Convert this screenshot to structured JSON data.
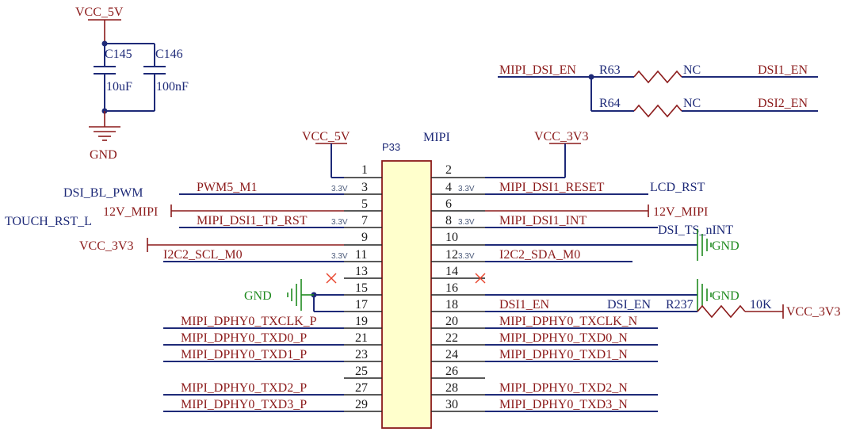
{
  "power": {
    "vcc5v": "VCC_5V",
    "vcc3v3": "VCC_3V3",
    "gnd": "GND",
    "v12mipi": "12V_MIPI"
  },
  "caps": {
    "c145": "C145",
    "c146": "C146",
    "c145_val": "10uF",
    "c146_val": "100nF"
  },
  "connector": {
    "refdes": "P33",
    "name": "MIPI"
  },
  "pins_left": [
    "1",
    "3",
    "5",
    "7",
    "9",
    "11",
    "13",
    "15",
    "17",
    "19",
    "21",
    "23",
    "25",
    "27",
    "29"
  ],
  "pins_right": [
    "2",
    "4",
    "6",
    "8",
    "10",
    "12",
    "14",
    "16",
    "18",
    "20",
    "22",
    "24",
    "26",
    "28",
    "30"
  ],
  "nets_left": {
    "pwm5": "PWM5_M1",
    "tp_rst": "MIPI_DSI1_TP_RST",
    "i2c_scl": "I2C2_SCL_M0",
    "txclk_p": "MIPI_DPHY0_TXCLK_P",
    "txd0_p": "MIPI_DPHY0_TXD0_P",
    "txd1_p": "MIPI_DPHY0_TXD1_P",
    "txd2_p": "MIPI_DPHY0_TXD2_P",
    "txd3_p": "MIPI_DPHY0_TXD3_P"
  },
  "nets_right": {
    "reset": "MIPI_DSI1_RESET",
    "int": "MIPI_DSI1_INT",
    "i2c_sda": "I2C2_SDA_M0",
    "dsi1_en": "DSI1_EN",
    "txclk_n": "MIPI_DPHY0_TXCLK_N",
    "txd0_n": "MIPI_DPHY0_TXD0_N",
    "txd1_n": "MIPI_DPHY0_TXD1_N",
    "txd2_n": "MIPI_DPHY0_TXD2_N",
    "txd3_n": "MIPI_DPHY0_TXD3_N"
  },
  "voltage_tag": "3.3V",
  "aliases": {
    "dsi_bl_pwm": "DSI_BL_PWM",
    "touch_rst": "TOUCH_RST_L",
    "lcd_rst": "LCD_RST",
    "dsi_ts_nint": "DSI_TS_nINT",
    "dsi_en": "DSI_EN"
  },
  "resistors": {
    "r63": "R63",
    "r64": "R64",
    "r237": "R237",
    "nc": "NC",
    "r237_val": "10K",
    "mipi_dsi_en": "MIPI_DSI_EN",
    "dsi1_en_out": "DSI1_EN",
    "dsi2_en_out": "DSI2_EN"
  }
}
